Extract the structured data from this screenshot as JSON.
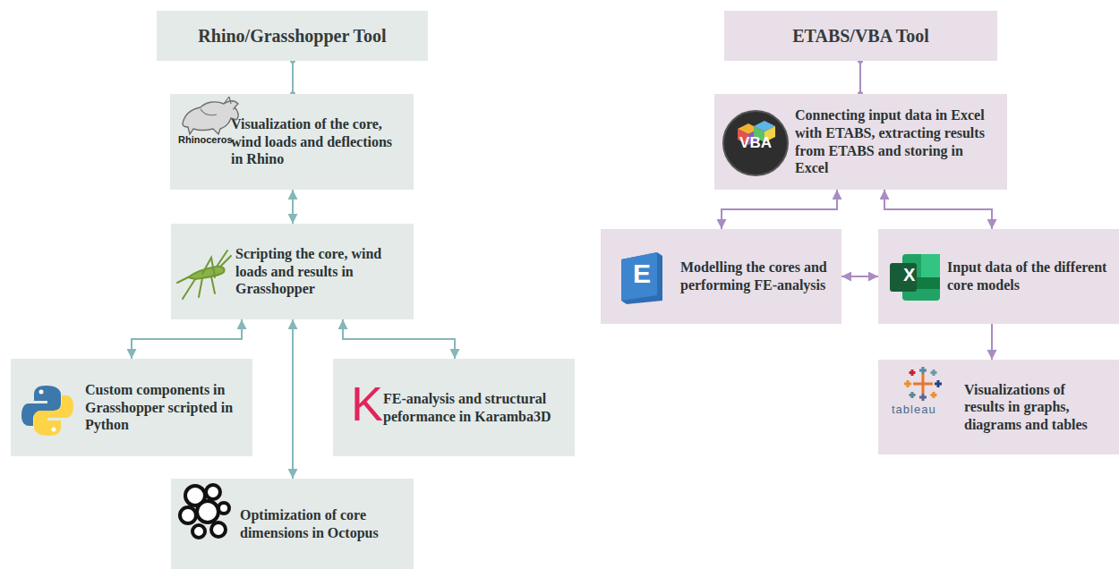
{
  "diagram": {
    "nodes": [
      {
        "text": [
          "Rhino/Grasshopper Tool"
        ]
      },
      {
        "text": [
          "Visualization of the core, wind loads and deflections in Rhino"
        ]
      },
      {
        "text": [
          "Scripting the core, wind loads and results in Grasshopper"
        ]
      },
      {
        "text": [
          "Custom components in Grasshopper scripted in Python"
        ]
      },
      {
        "text": [
          "FE-analysis and structural peformance in Karamba3D"
        ]
      },
      {
        "text": [
          "Optimization of core dimensions in Octopus"
        ]
      },
      {
        "text": [
          "ETABS/VBA Tool"
        ]
      },
      {
        "text": [
          "Connecting input data in Excel with ETABS, extracting results from ETABS and storing in Excel"
        ]
      },
      {
        "text": [
          "Modelling the cores and performing FE-analysis"
        ]
      },
      {
        "text": [
          "Input data of the different core models"
        ]
      },
      {
        "text": [
          "Visualizations of results in graphs, diagrams and tables"
        ]
      }
    ],
    "edges": [
      {
        "from": 0,
        "to": 1,
        "arrow": "none"
      },
      {
        "from": 1,
        "to": 2,
        "arrow": "both"
      },
      {
        "from": 2,
        "to": 3,
        "arrow": "both"
      },
      {
        "from": 2,
        "to": 4,
        "arrow": "both"
      },
      {
        "from": 2,
        "to": 5,
        "arrow": "both"
      },
      {
        "from": 6,
        "to": 7,
        "arrow": "none"
      },
      {
        "from": 7,
        "to": 8,
        "arrow": "both"
      },
      {
        "from": 7,
        "to": 9,
        "arrow": "both"
      },
      {
        "from": 8,
        "to": 9,
        "arrow": "both"
      },
      {
        "from": 9,
        "to": 10,
        "arrow": "to"
      }
    ],
    "labels": [
      "Rhinoceros",
      "K",
      "VBA",
      "E",
      "X",
      "tableau"
    ]
  }
}
